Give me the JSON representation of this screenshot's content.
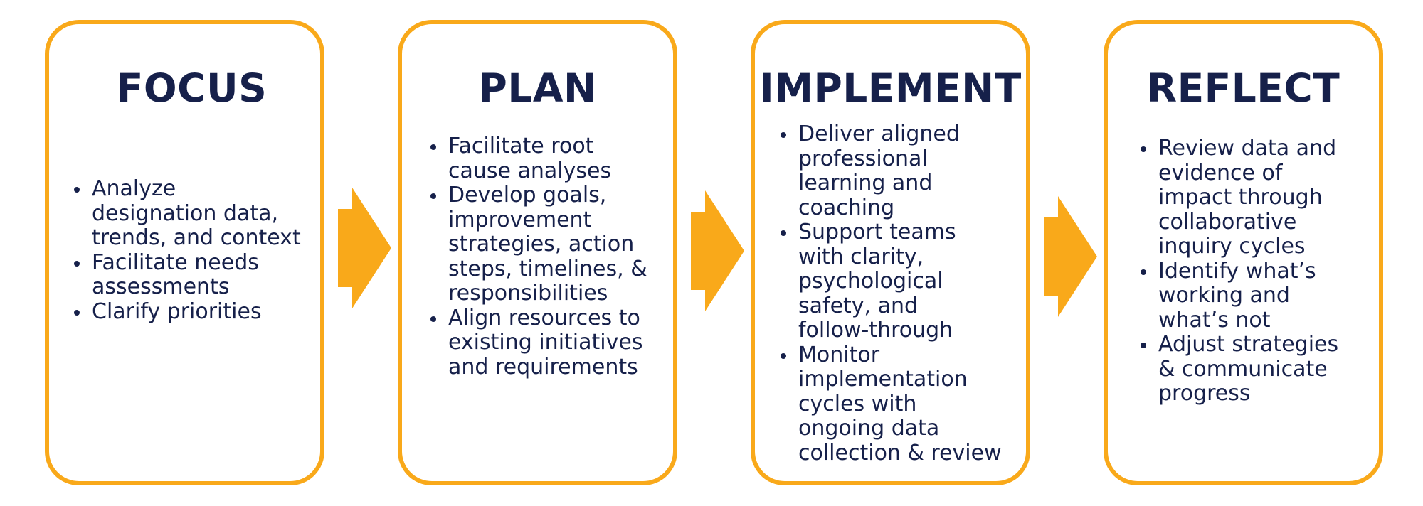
{
  "colors": {
    "border": "#f9a91a",
    "arrow": "#f9a91a",
    "text": "#16204a",
    "background": "#ffffff"
  },
  "stages": [
    {
      "title": "FOCUS",
      "items": [
        "Analyze\ndesignation data,\ntrends, and context",
        "Facilitate needs\nassessments",
        "Clarify priorities"
      ]
    },
    {
      "title": "PLAN",
      "items": [
        "Facilitate root\ncause analyses",
        "Develop goals,\nimprovement\nstrategies, action\nsteps, timelines, &\nresponsibilities",
        "Align resources to\nexisting initiatives\nand requirements"
      ]
    },
    {
      "title": "IMPLEMENT",
      "items": [
        "Deliver aligned\nprofessional\nlearning and\ncoaching",
        "Support teams\nwith clarity,\npsychological\nsafety, and\nfollow-through",
        "Monitor\nimplementation\ncycles with\nongoing data\ncollection & review"
      ]
    },
    {
      "title": "REFLECT",
      "items": [
        "Review data and\nevidence of\nimpact through\ncollaborative\ninquiry cycles",
        "Identify what’s\nworking and\nwhat’s not",
        "Adjust strategies\n& communicate\nprogress"
      ]
    }
  ],
  "arrows": [
    {
      "icon": "right-arrow-icon"
    },
    {
      "icon": "right-arrow-icon"
    },
    {
      "icon": "right-arrow-icon"
    }
  ]
}
